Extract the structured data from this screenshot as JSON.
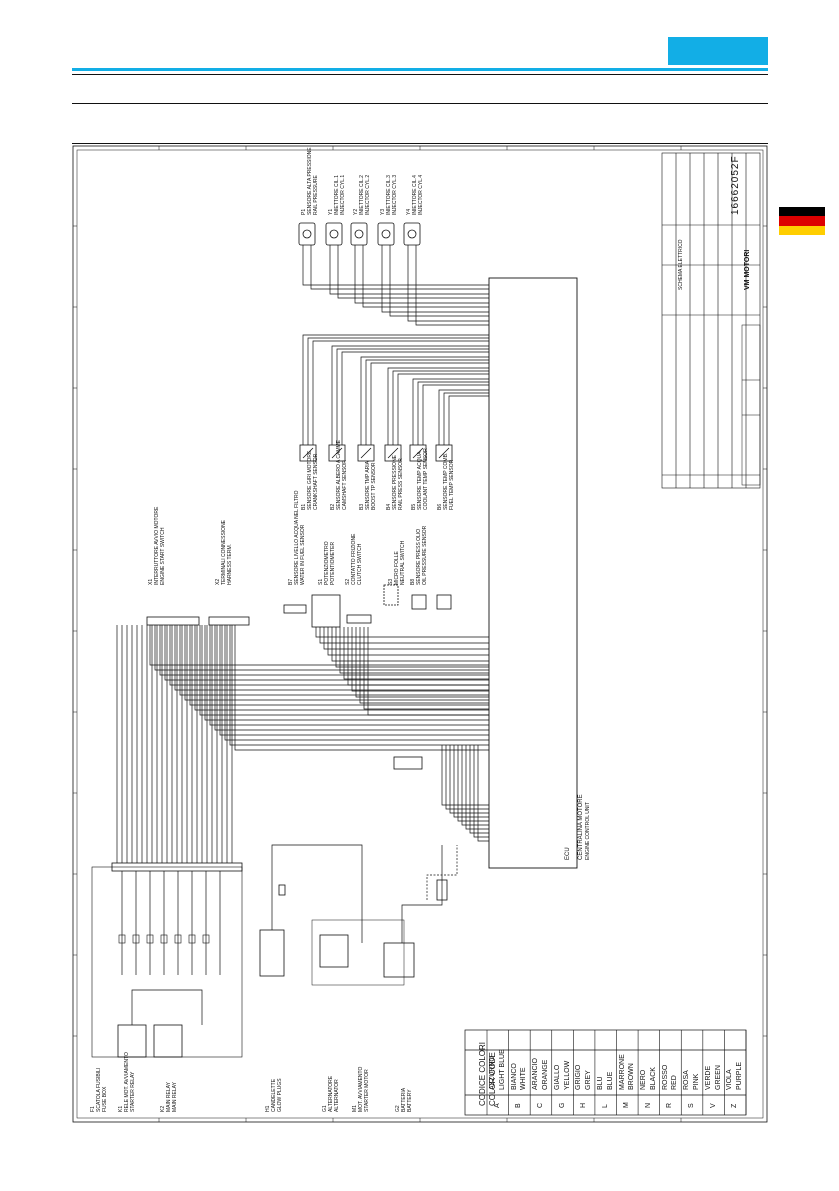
{
  "page": {
    "header_tab_color": "#12aee6",
    "rule_color": "#12aee6",
    "flag_colors": [
      "#000000",
      "#dd0000",
      "#ffce00"
    ],
    "flag_name": "germany-flag-icon"
  },
  "legend": {
    "title": "CODICE COLORI",
    "subtitle": "COLOR CODE",
    "rows": [
      {
        "code": "A",
        "it": "AZZURRO",
        "en": "LIGHT BLUE"
      },
      {
        "code": "B",
        "it": "BIANCO",
        "en": "WHITE"
      },
      {
        "code": "C",
        "it": "ARANCIO",
        "en": "ORANGE"
      },
      {
        "code": "G",
        "it": "GIALLO",
        "en": "YELLOW"
      },
      {
        "code": "H",
        "it": "GRIGIO",
        "en": "GREY"
      },
      {
        "code": "L",
        "it": "BLU",
        "en": "BLUE"
      },
      {
        "code": "M",
        "it": "MARRONE",
        "en": "BROWN"
      },
      {
        "code": "N",
        "it": "NERO",
        "en": "BLACK"
      },
      {
        "code": "R",
        "it": "ROSSO",
        "en": "RED"
      },
      {
        "code": "S",
        "it": "ROSA",
        "en": "PINK"
      },
      {
        "code": "V",
        "it": "VERDE",
        "en": "GREEN"
      },
      {
        "code": "Z",
        "it": "VIOLA",
        "en": "PURPLE"
      }
    ]
  },
  "title_block": {
    "doc_number": "16662052F",
    "logo": "VM MOTORI",
    "desc": "SCHEMA ELETTRICO"
  },
  "components": {
    "top": [
      {
        "id": "P1",
        "label": "SENSORE ALTA PRESSIONE",
        "sub": "RAIL PRESSURE"
      },
      {
        "id": "Y1",
        "label": "INIETTORE CIL.1",
        "sub": "INJECTOR CYL.1"
      },
      {
        "id": "Y2",
        "label": "INIETTORE CIL.2",
        "sub": "INJECTOR CYL.2"
      },
      {
        "id": "Y3",
        "label": "INIETTORE CIL.3",
        "sub": "INJECTOR CYL.3"
      },
      {
        "id": "Y4",
        "label": "INIETTORE CIL.4",
        "sub": "INJECTOR CYL.4"
      }
    ],
    "sensors": [
      {
        "id": "B1",
        "label": "SENSORE GIRI MOTORE",
        "sub": "CRANKSHAFT SENSOR"
      },
      {
        "id": "B2",
        "label": "SENSORE ALBERO A CAMME",
        "sub": "CAMSHAFT SENSOR"
      },
      {
        "id": "B3",
        "label": "SENSORE TMP ARIA",
        "sub": "BOOST TP SENSOR"
      },
      {
        "id": "B4",
        "label": "SENSORE PRESSIONE",
        "sub": "RAIL PRESS SENSOR"
      },
      {
        "id": "B5",
        "label": "SENSORE TEMP ACQUA",
        "sub": "COOLANT TEMP SENSOR"
      },
      {
        "id": "B6",
        "label": "SENSORE TEMP COMB.",
        "sub": "FUEL TEMP SENSOR"
      }
    ],
    "mid": [
      {
        "id": "X1",
        "label": "INTERRUTTORE AVVIO MOTORE",
        "sub": "ENGINE START SWITCH"
      },
      {
        "id": "X2",
        "label": "TERMINALI CONNESSIONE",
        "sub": "HARNESS TERM."
      },
      {
        "id": "B7",
        "label": "SENSORE LIVELLO ACQUA NEL FILTRO",
        "sub": "WATER IN FUEL SENSOR"
      },
      {
        "id": "S1",
        "label": "POTENZIOMETRO",
        "sub": "POTENTIOMETER"
      },
      {
        "id": "S2",
        "label": "CONTATTO FRIZIONE",
        "sub": "CLUTCH SWITCH"
      },
      {
        "id": "S3",
        "label": "MICRO FOLLE",
        "sub": "NEUTRAL SWITCH"
      },
      {
        "id": "B8",
        "label": "SENSORE PRESS OLIO",
        "sub": "OIL PRESSURE SENSOR"
      }
    ],
    "bottom": [
      {
        "id": "K1",
        "label": "RELE MOT. AVVIAMENTO",
        "sub": "STARTER RELAY"
      },
      {
        "id": "K2",
        "label": "MAIN RELAY",
        "sub": "MAIN RELAY"
      },
      {
        "id": "F1",
        "label": "SCATOLA FUSIBILI",
        "sub": "FUSE BOX"
      },
      {
        "id": "M1",
        "label": "MOT. AVVIAMENTO",
        "sub": "STARTER MOTOR"
      },
      {
        "id": "G1",
        "label": "ALTERNATORE",
        "sub": "ALTERNATOR"
      },
      {
        "id": "G2",
        "label": "BATTERIA",
        "sub": "BATTERY"
      },
      {
        "id": "H1",
        "label": "CANDELETTE",
        "sub": "GLOW PLUGS"
      }
    ],
    "ecu": {
      "label": "CENTRALINA MOTORE",
      "sub": "ENGINE CONTROL UNIT",
      "short": "ECU"
    }
  }
}
